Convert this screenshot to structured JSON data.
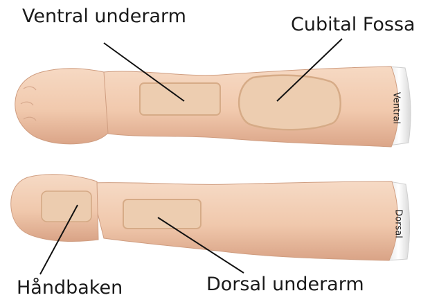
{
  "labels": {
    "ventral_underarm": "Ventral underarm",
    "cubital_fossa": "Cubital Fossa",
    "handbaken": "Håndbaken",
    "dorsal_underarm": "Dorsal underarm"
  },
  "arms": {
    "top": {
      "side_label": "Ventral"
    },
    "bottom": {
      "side_label": "Dorsal"
    }
  },
  "colors": {
    "skin": "#f3cfb4",
    "skin_shadow": "#d9a88a",
    "pad": "#e9c7a8",
    "pad_border": "#d8ad88",
    "cap": "#f2f2f2",
    "leader_line": "#111111"
  }
}
